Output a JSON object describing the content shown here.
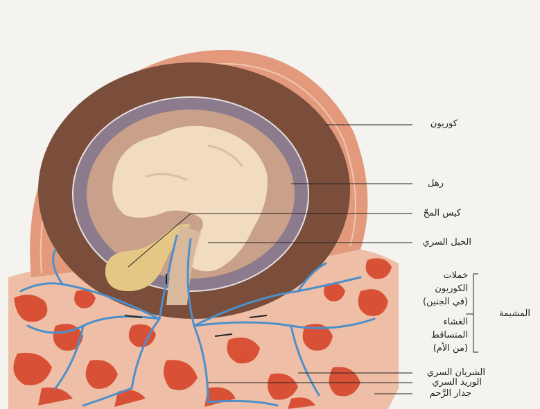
{
  "labels": {
    "chorion": "كوريون",
    "amnion": "رهل",
    "yolk_sac": "كيس المحّ",
    "umbilical_cord": "الحبل السري",
    "chorionic_villi": "خملات الكوريون (في الجنين)",
    "decidua": "الغشاء المتساقط (من الأم)",
    "placenta": "المشيمة",
    "umbilical_artery": "الشريان السري",
    "umbilical_vein": "الوريد السري",
    "uterine_wall": "جدار الرَّحم"
  },
  "colors": {
    "background": "#f4f3ef",
    "uterine_outer": "#e39a7c",
    "chorion": "#7a4e3b",
    "amnion": "#8c7a8d",
    "amniotic_fluid": "#c9a089",
    "embryo": "#f1dcc2",
    "yolk_sac": "#e4c784",
    "tissue_red": "#d6462b",
    "vessel_blue": "#4d8fc9"
  }
}
